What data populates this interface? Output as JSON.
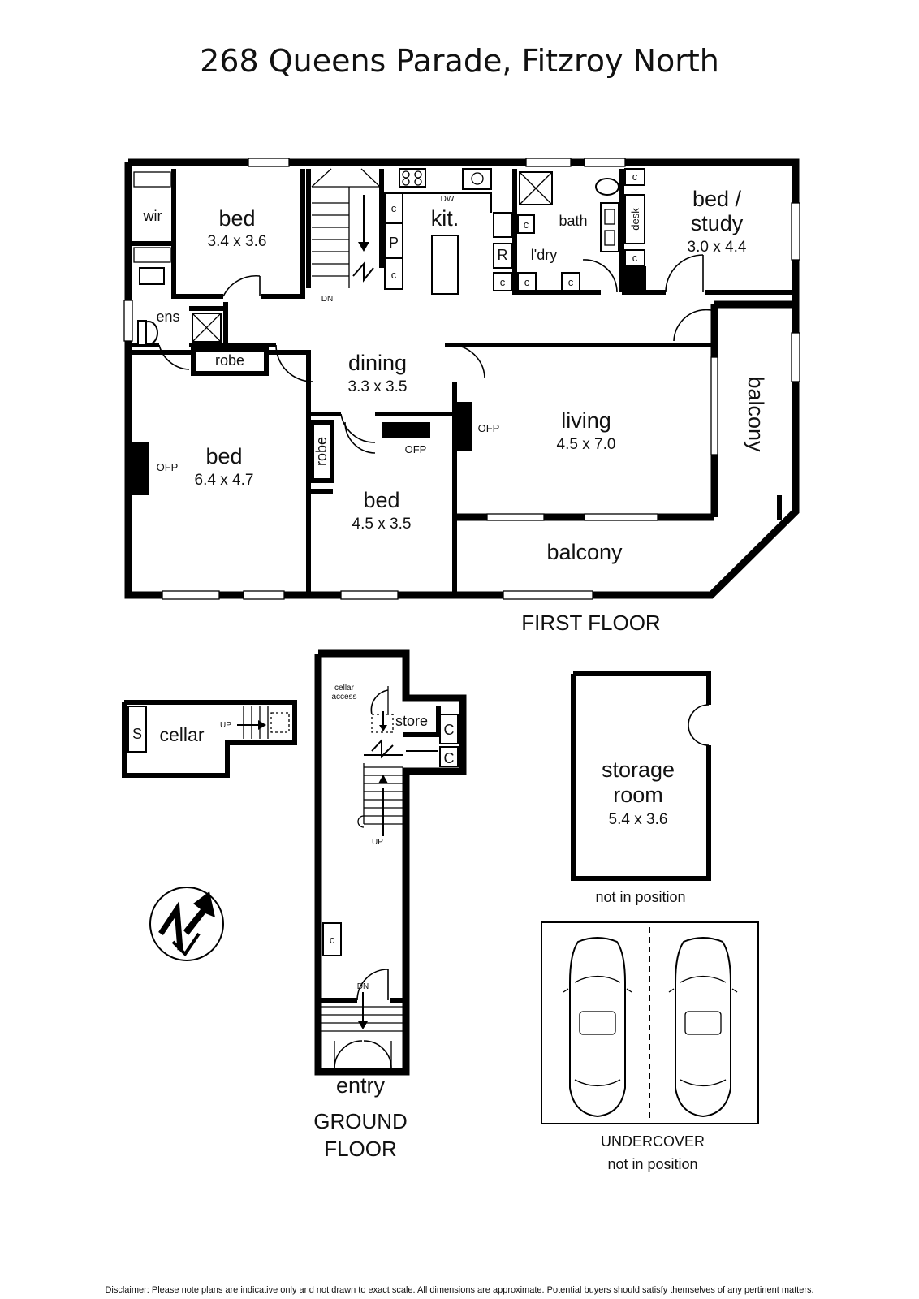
{
  "title": "268 Queens Parade, Fitzroy North",
  "first_floor": {
    "caption": "FIRST FLOOR",
    "rooms": {
      "wir": "wir",
      "bed1": {
        "name": "bed",
        "dims": "3.4 x 3.6"
      },
      "kitchen": {
        "name": "kit.",
        "dw": "DW",
        "p": "P",
        "r": "R",
        "c": "c"
      },
      "bath": "bath",
      "laundry": "l'dry",
      "desk": "desk",
      "bed_study": {
        "name_line1": "bed /",
        "name_line2": "study",
        "dims": "3.0 x 4.4"
      },
      "ens": "ens",
      "robe1": "robe",
      "dining": {
        "name": "dining",
        "dims": "3.3 x 3.5"
      },
      "living": {
        "name": "living",
        "dims": "4.5 x 7.0"
      },
      "balcony_side": "balcony",
      "bed_main": {
        "name": "bed",
        "dims": "6.4 x 4.7"
      },
      "robe2": "robe",
      "bed3": {
        "name": "bed",
        "dims": "4.5 x 3.5"
      },
      "balcony_front": "balcony",
      "ofp": "OFP",
      "stair_dn": "DN"
    }
  },
  "ground_floor": {
    "caption_line1": "GROUND",
    "caption_line2": "FLOOR",
    "cellar": {
      "name": "cellar",
      "s": "S",
      "up": "UP"
    },
    "cellar_access_line1": "cellar",
    "cellar_access_line2": "access",
    "store": "store",
    "c": "C",
    "c_small": "c",
    "stair_up": "UP",
    "stair_dn": "DN",
    "entry": "entry"
  },
  "storage": {
    "name_line1": "storage",
    "name_line2": "room",
    "dims": "5.4 x 3.6",
    "note": "not in position"
  },
  "undercover": {
    "label": "UNDERCOVER",
    "note": "not in position"
  },
  "compass": {
    "letter": "N"
  },
  "disclaimer": "Disclaimer: Please note plans are indicative only and not drawn to exact scale. All dimensions are approximate. Potential buyers should satisfy themselves of any pertinent matters."
}
